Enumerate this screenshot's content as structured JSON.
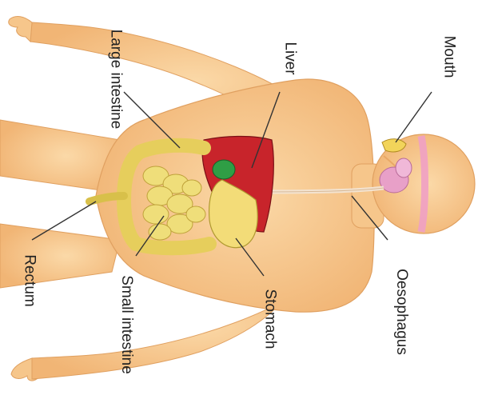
{
  "labels": {
    "mouth": "Mouth",
    "liver": "Liver",
    "large_intestine": "Large intestine",
    "oesophagus": "Oesophagus",
    "stomach": "Stomach",
    "small_intestine": "Small intestine",
    "rectum": "Rectum"
  },
  "colors": {
    "skin": "#f6c68b",
    "skin_shadow": "#e9a866",
    "liver": "#c8242b",
    "intestine": "#ecd86a",
    "stomach": "#f3dc78",
    "gall_bladder": "#2f9e45",
    "salivary_gland": "#e8a0c8",
    "headband": "#f0a0c4"
  }
}
